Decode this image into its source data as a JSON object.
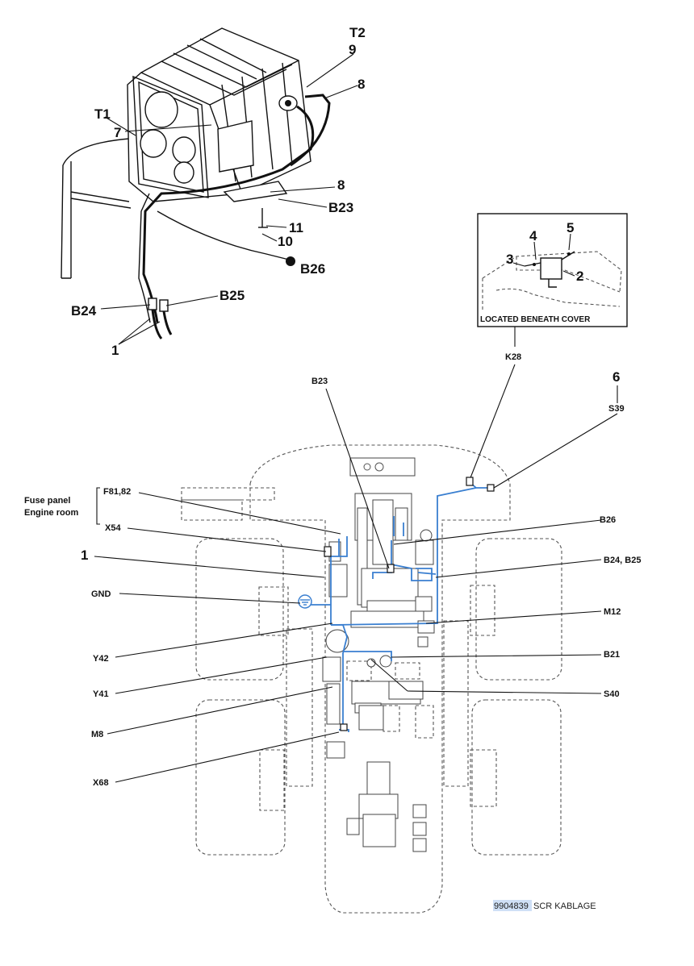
{
  "top_callouts": {
    "t2": "T2",
    "n9": "9",
    "n8a": "8",
    "t1": "T1",
    "n7": "7",
    "n8b": "8",
    "b23": "B23",
    "n11": "11",
    "n10": "10",
    "b26": "B26",
    "b24": "B24",
    "b25": "B25",
    "n1": "1"
  },
  "inset": {
    "caption": "LOCATED BENEATH COVER",
    "n3": "3",
    "n4": "4",
    "n5": "5",
    "n2": "2",
    "k28": "K28"
  },
  "bottom_callouts": {
    "n6": "6",
    "s39": "S39",
    "b23": "B23",
    "fuse_panel_line1": "Fuse panel",
    "fuse_panel_line2": "Engine room",
    "f81": "F81,82",
    "x54": "X54",
    "n1": "1",
    "gnd": "GND",
    "y42": "Y42",
    "y41": "Y41",
    "m8": "M8",
    "x68": "X68",
    "b26": "B26",
    "b24_b25": "B24, B25",
    "m12": "M12",
    "b21": "B21",
    "s40": "S40"
  },
  "footer": {
    "doc_number": "9904839",
    "doc_title": "SCR KABLAGE"
  },
  "colors": {
    "wire": "#3a7fd0",
    "highlight": "#cfe0f6"
  }
}
